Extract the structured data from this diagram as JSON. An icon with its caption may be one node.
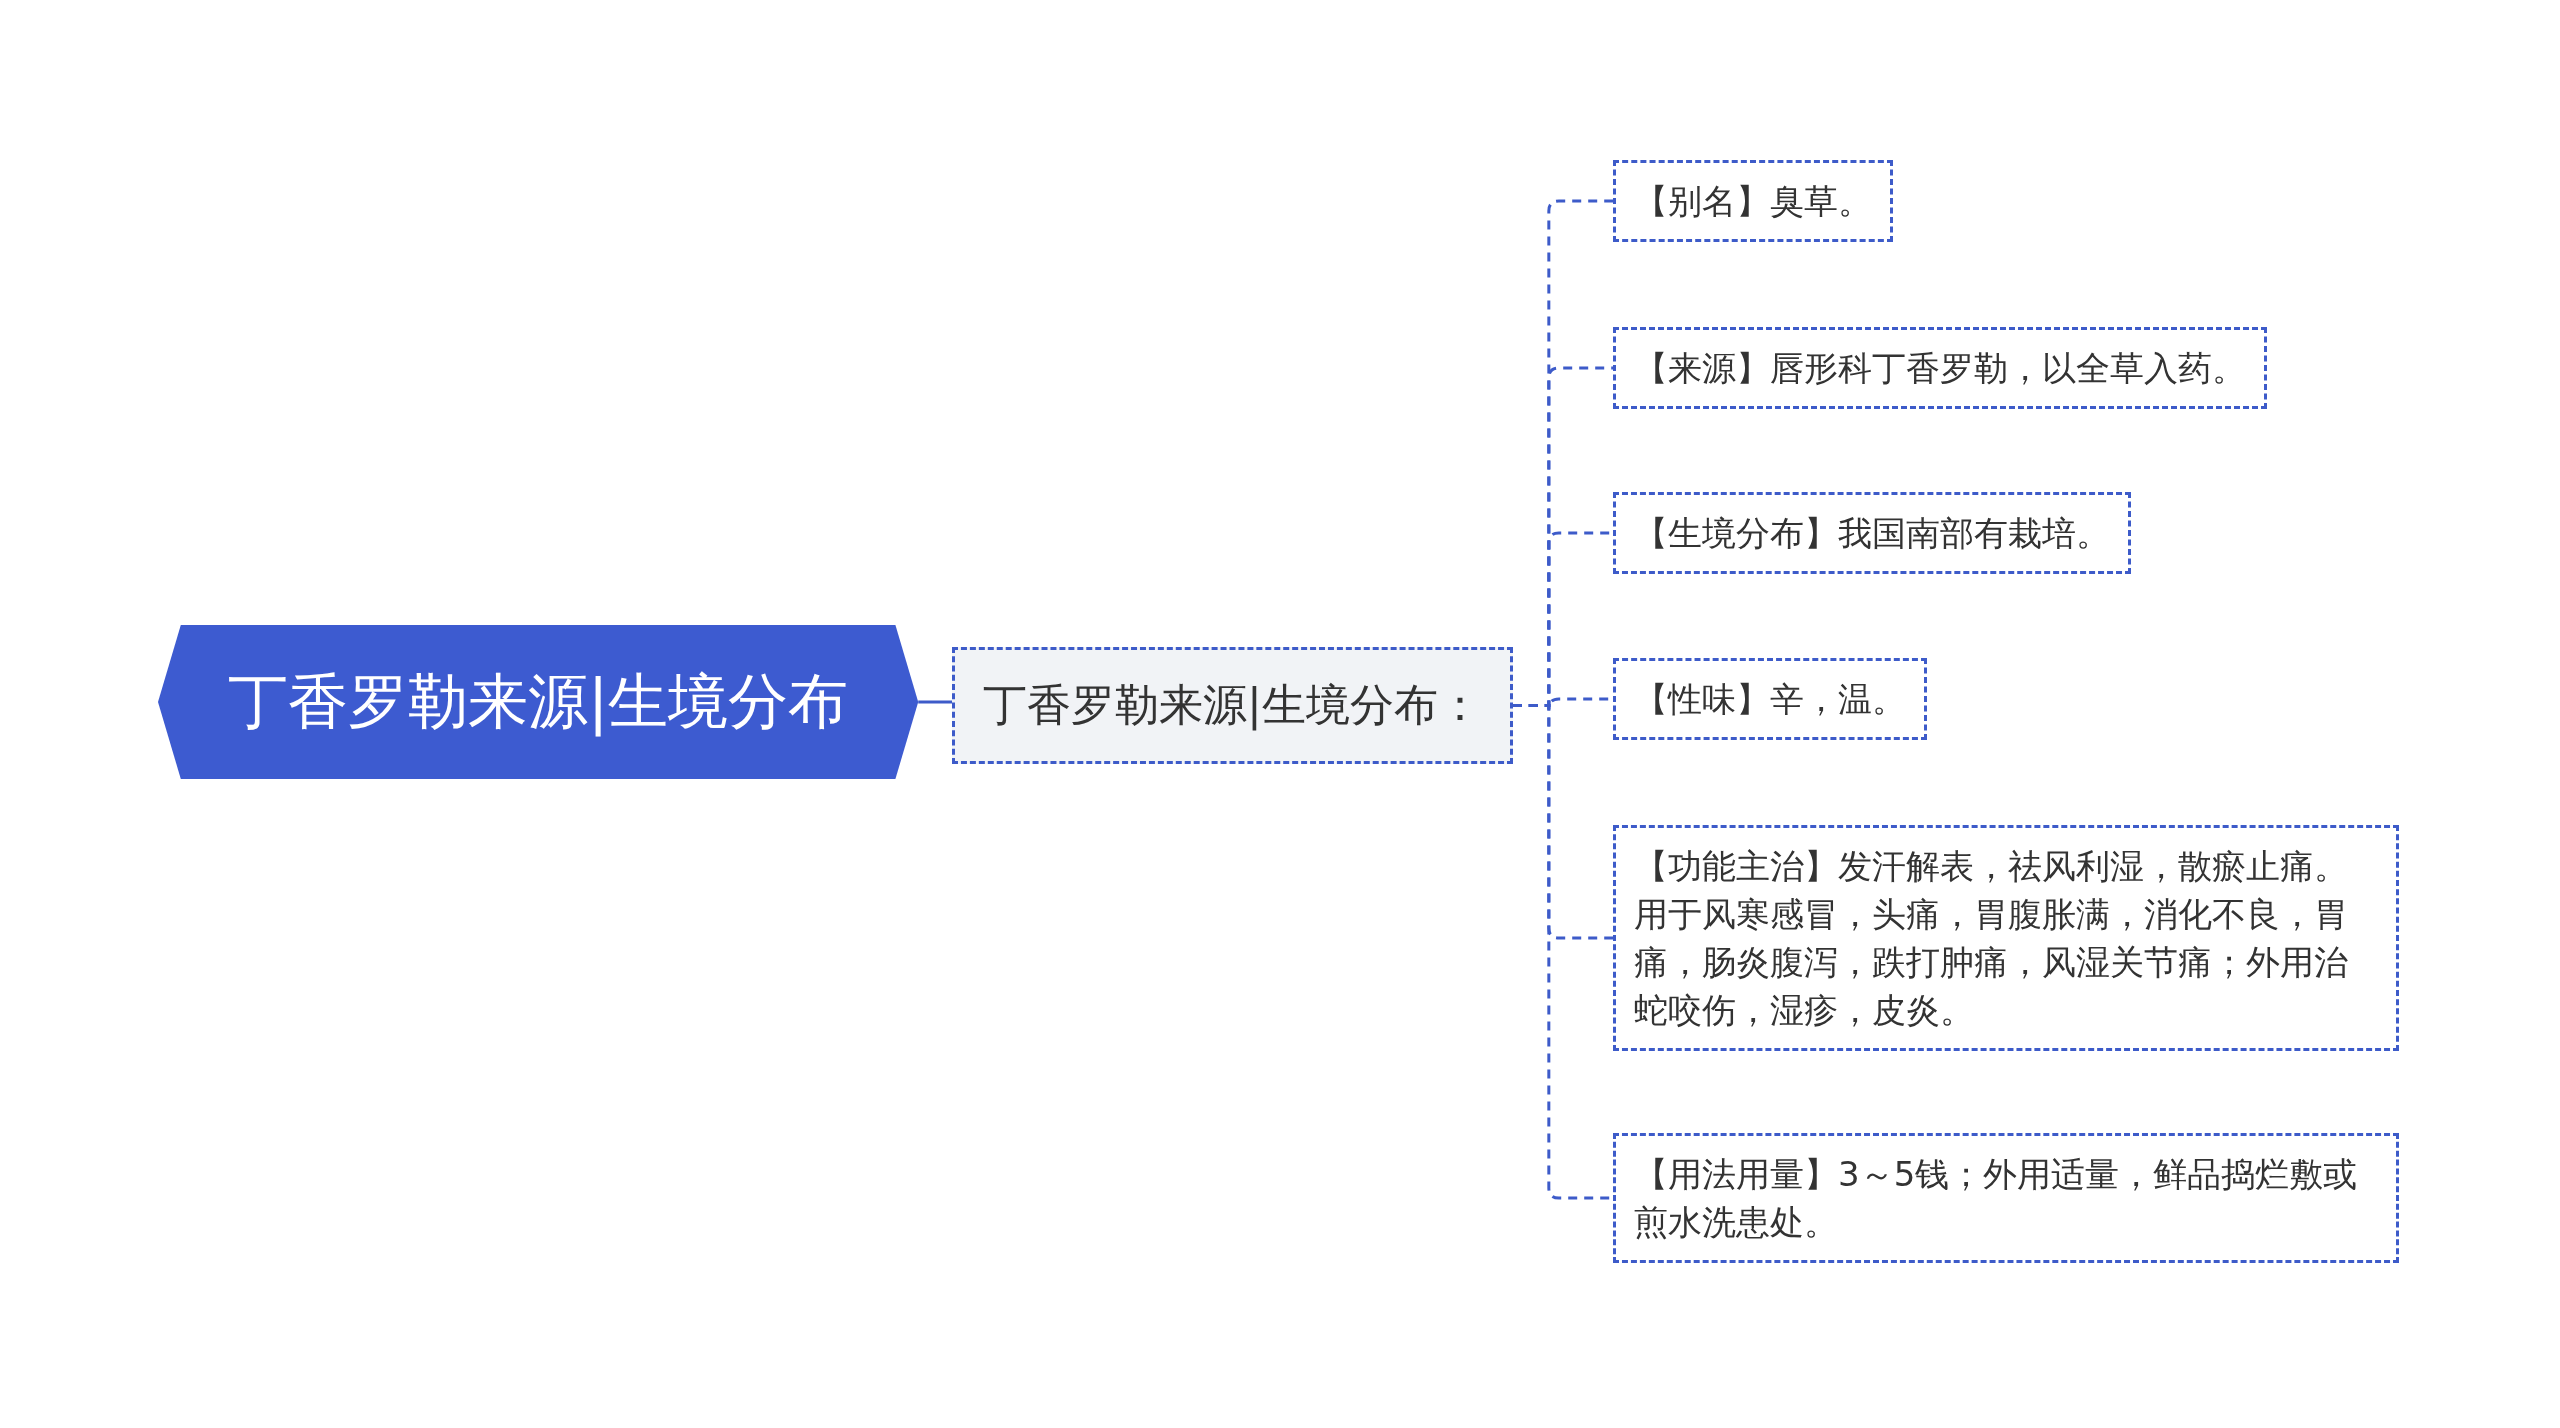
{
  "diagram": {
    "nodes": [
      {
        "text": [
          "丁香罗勒来源|生境分布"
        ]
      },
      {
        "text": [
          "丁香罗勒来源|生境分布："
        ]
      },
      {
        "text": [
          "【别名】臭草。"
        ]
      },
      {
        "text": [
          "【来源】唇形科丁香罗勒，以全草入药。"
        ]
      },
      {
        "text": [
          "【生境分布】我国南部有栽培。"
        ]
      },
      {
        "text": [
          "【性味】辛，温。"
        ]
      },
      {
        "text": [
          "【功能主治】发汗解表，祛风利湿，散瘀止痛。用于风寒感冒，头痛，胃腹胀满，消化不良，胃痛，肠炎腹泻，跌打肿痛，风湿关节痛；外用治蛇咬伤，湿疹，皮炎。"
        ]
      },
      {
        "text": [
          "【用法用量】3～5钱；外用适量，鲜品捣烂敷或煎水洗患处。"
        ]
      }
    ],
    "edges": [
      {
        "from": 0,
        "to": 1,
        "arrow": "none"
      },
      {
        "from": 1,
        "to": 2,
        "arrow": "none",
        "style": "dashed"
      },
      {
        "from": 1,
        "to": 3,
        "arrow": "none",
        "style": "dashed"
      },
      {
        "from": 1,
        "to": 4,
        "arrow": "none",
        "style": "dashed"
      },
      {
        "from": 1,
        "to": 5,
        "arrow": "none",
        "style": "dashed"
      },
      {
        "from": 1,
        "to": 6,
        "arrow": "none",
        "style": "dashed"
      },
      {
        "from": 1,
        "to": 7,
        "arrow": "none",
        "style": "dashed"
      }
    ]
  }
}
